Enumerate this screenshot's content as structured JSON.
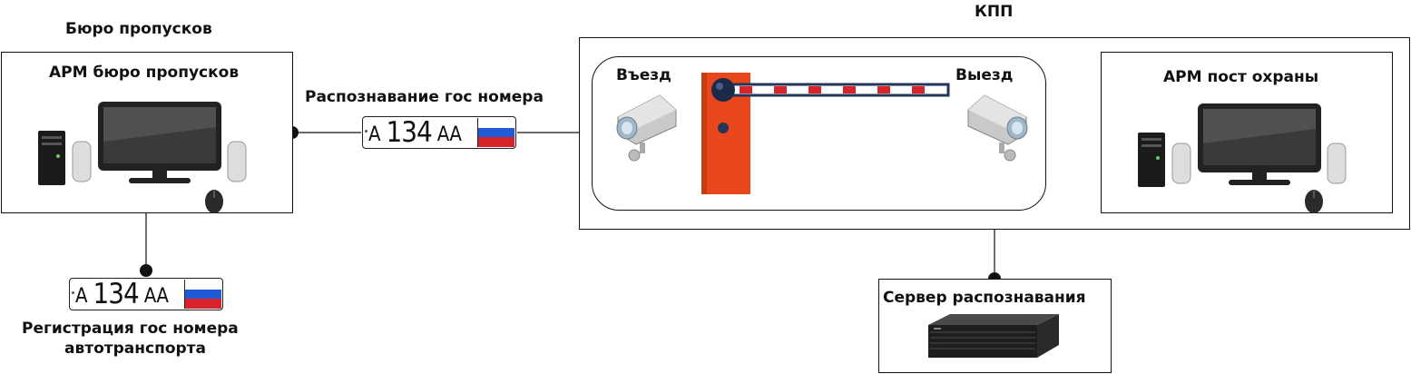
{
  "labels": {
    "kpp": "КПП",
    "pass_office": "Бюро пропусков",
    "workstation_pass": "АРМ бюро пропусков",
    "plate_recognition": "Распознавание гос номера",
    "entry": "Въезд",
    "exit": "Выезд",
    "workstation_guard": "АРМ пост охраны",
    "server": "Сервер распознавания",
    "registration_line1": "Регистрация гос номера",
    "registration_line2": "автотранспорта"
  },
  "plate": {
    "letter1": "А",
    "digits": "134",
    "letters2": "АА"
  },
  "colors": {
    "line": "#111111",
    "barrier": "#e8461c",
    "flag_white": "#ffffff",
    "flag_blue": "#1f5bd6",
    "flag_red": "#d8232a"
  }
}
